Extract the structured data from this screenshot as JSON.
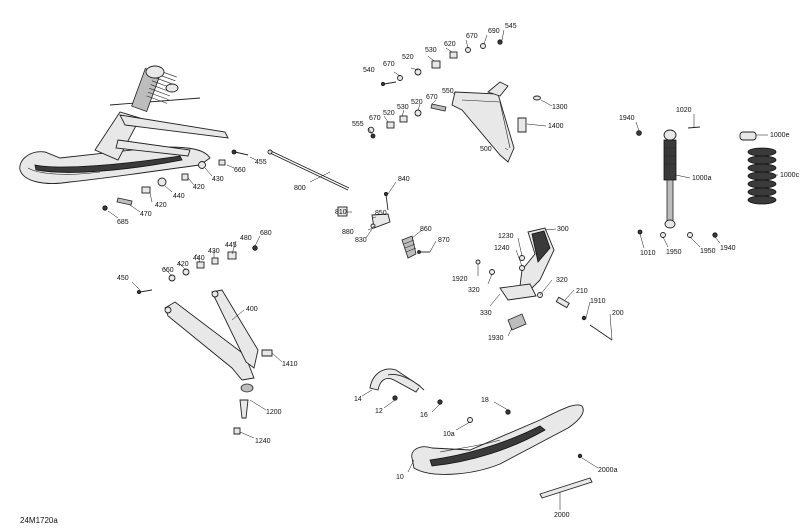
{
  "figure_code": "24M1720a",
  "callouts": {
    "c455": "455",
    "c660a": "660",
    "c430a": "430",
    "c420a": "420",
    "c440a": "440",
    "c420b": "420",
    "c470": "470",
    "c685": "685",
    "c800": "800",
    "c545": "545",
    "c690": "690",
    "c670a": "670",
    "c620": "620",
    "c530a": "530",
    "c520a": "520",
    "c670b": "670",
    "c540": "540",
    "c550": "550",
    "c670c": "670",
    "c520b": "520",
    "c530b": "530",
    "c520c": "520",
    "c670d": "670",
    "c555": "555",
    "c1300": "1300",
    "c1400": "1400",
    "c500": "500",
    "c840": "840",
    "c810": "810",
    "c850": "850",
    "c880": "880",
    "c830": "830",
    "c860": "860",
    "c870": "870",
    "c1940a": "1940",
    "c1020": "1020",
    "c1000e": "1000e",
    "c1000a": "1000a",
    "c1000c": "1000c",
    "c1010": "1010",
    "c1950a": "1950",
    "c1950b": "1950",
    "c1940b": "1940",
    "c300": "300",
    "c1230": "1230",
    "c1240a": "1240",
    "c1920": "1920",
    "c320a": "320",
    "c320b": "320",
    "c210": "210",
    "c1910": "1910",
    "c200": "200",
    "c330": "330",
    "c1930": "1930",
    "c680": "680",
    "c480": "480",
    "c445": "445",
    "c430b": "430",
    "c440b": "440",
    "c420c": "420",
    "c660b": "660",
    "c450": "450",
    "c400": "400",
    "c1410": "1410",
    "c1200": "1200",
    "c1240b": "1240",
    "c14": "14",
    "c12": "12",
    "c16": "16",
    "c18": "18",
    "c10a": "10a",
    "c10": "10",
    "c2000a": "2000a",
    "c2000": "2000"
  }
}
